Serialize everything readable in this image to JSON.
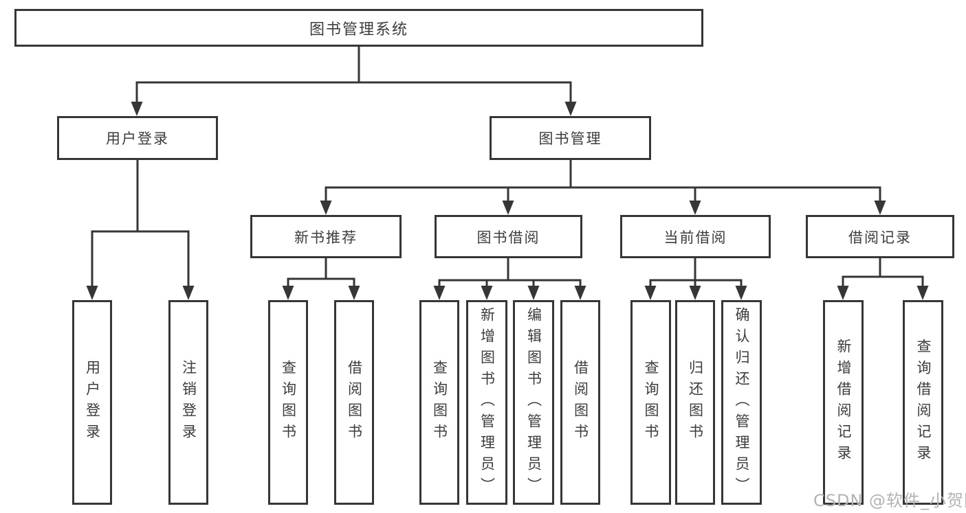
{
  "diagram": {
    "root": "图书管理系统",
    "level2": {
      "user_login": "用户登录",
      "book_management": "图书管理"
    },
    "level3": {
      "new_book_recommend": "新书推荐",
      "book_borrow": "图书借阅",
      "current_borrow": "当前借阅",
      "borrow_records": "借阅记录"
    },
    "leaves": {
      "user_login_children": {
        "login": "用户登录",
        "logout": "注销登录"
      },
      "new_book_children": {
        "query_books": "查询图书",
        "borrow_books": "借阅图书"
      },
      "book_borrow_children": {
        "query_books": "查询图书",
        "add_books_admin": "新增图书（管理员）",
        "edit_books_admin": "编辑图书（管理员）",
        "borrow_books": "借阅图书"
      },
      "current_borrow_children": {
        "query_books": "查询图书",
        "return_books": "归还图书",
        "confirm_return_admin": "确认归还（管理员）"
      },
      "borrow_record_children": {
        "add_record": "新增借阅记录",
        "query_record": "查询借阅记录"
      }
    }
  },
  "watermark": "CSDN @软件_小贺同学",
  "colors": {
    "line": "#363636",
    "border": "#363636",
    "text": "#3c3c3c",
    "watermark": "#b3b3b3",
    "background": "#ffffff"
  }
}
